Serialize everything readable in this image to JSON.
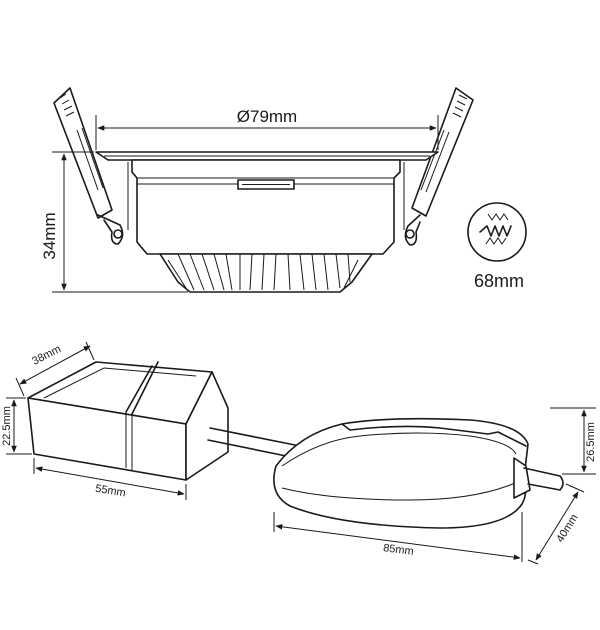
{
  "diagram": {
    "top_view": {
      "diameter_label": "Ø79mm",
      "height_label": "34mm",
      "cutout_label": "68mm"
    },
    "bottom_view": {
      "driver_depth_label": "38mm",
      "driver_height_label": "22.5mm",
      "driver_length_label": "55mm",
      "module_height_label": "26.5mm",
      "module_depth_label": "40mm",
      "module_length_label": "85mm"
    }
  }
}
